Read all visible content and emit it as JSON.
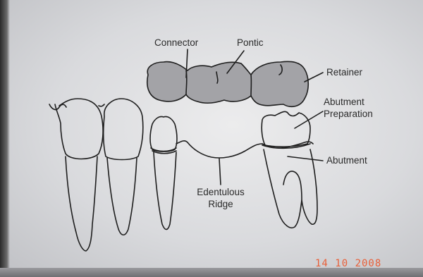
{
  "labels": {
    "connector": "Connector",
    "pontic": "Pontic",
    "retainer": "Retainer",
    "abutment_preparation": [
      "Abutment",
      "Preparation"
    ],
    "abutment": "Abutment",
    "edentulous_ridge": [
      "Edentulous",
      "Ridge"
    ]
  },
  "date_stamp": "14 10 2008",
  "colors": {
    "page": "#e2e3e6",
    "line": "#1e1e1e",
    "bridge_fill": "#a3a3a7",
    "date_stamp": "#e8603a"
  }
}
